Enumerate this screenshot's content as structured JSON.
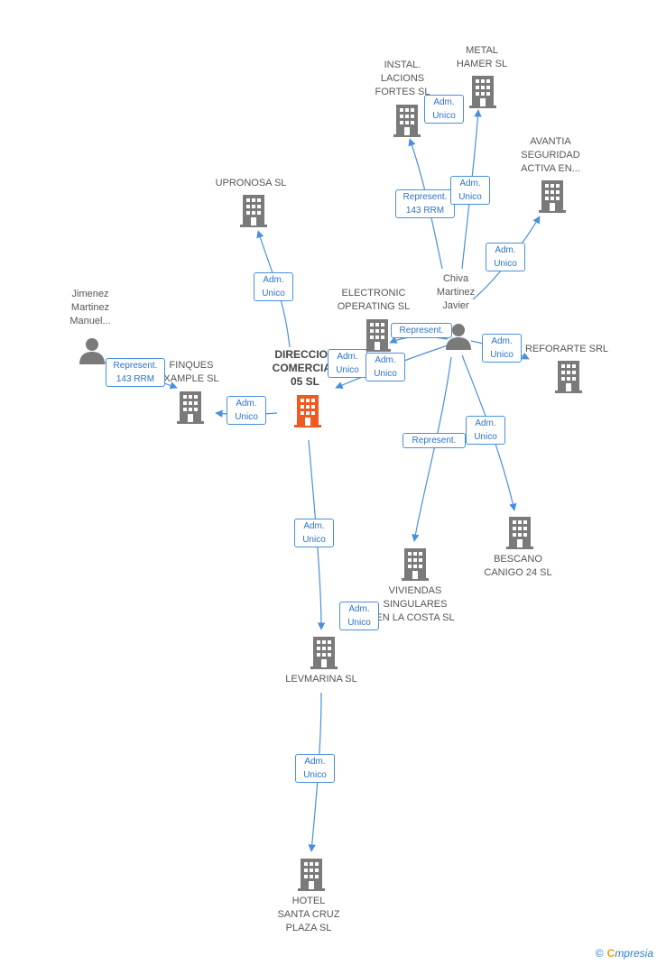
{
  "colors": {
    "edge": "#4a8fdc",
    "building": "#7a7a7a",
    "building_highlight": "#f05a22",
    "person": "#7a7a7a"
  },
  "nodes": {
    "main": "DIRECCION\nCOMERCIAL\n05 SL",
    "upronosa": "UPRONOSA SL",
    "electronic": "ELECTRONIC\nOPERATING SL",
    "finques": "FINQUES\nXAMPLE SL",
    "jimenez": "Jimenez\nMartinez\nManuel...",
    "chiva": "Chiva\nMartinez\nJavier",
    "instal": "INSTAL.\nLACIONS\nFORTES SL",
    "metal": "METAL\nHAMER SL",
    "avantia": "AVANTIA\nSEGURIDAD\nACTIVA EN...",
    "reforarte": "REFORARTE SRL",
    "bescano": "BESCANO\nCANIGO 24 SL",
    "viviendas": "VIVIENDAS\nSINGULARES\nEN LA COSTA SL",
    "levmarina": "LEVMARINA SL",
    "hotel": "HOTEL\nSANTA CRUZ\nPLAZA SL"
  },
  "tags": {
    "t_upronosa": "Adm.\nUnico",
    "t_finques": "Adm.\nUnico",
    "t_jimenez": "Represent.\n143 RRM",
    "t_main1": "Adm.\nUnico",
    "t_main2": "Adm.\nUnico",
    "t_electronic": "Represent.",
    "t_instal1": "Adm.\nUnico",
    "t_instal2": "Represent.\n143 RRM",
    "t_metal": "Adm.\nUnico",
    "t_avantia": "Adm.\nUnico",
    "t_reforarte": "Adm.\nUnico",
    "t_bescano": "Adm.\nUnico",
    "t_viviendas_rep": "Represent.",
    "t_levmarina1": "Adm.\nUnico",
    "t_levmarina2": "Adm.\nUnico",
    "t_hotel": "Adm.\nUnico"
  },
  "brand": {
    "copyright": "©",
    "name_first": "C",
    "name_rest": "mpresia"
  }
}
